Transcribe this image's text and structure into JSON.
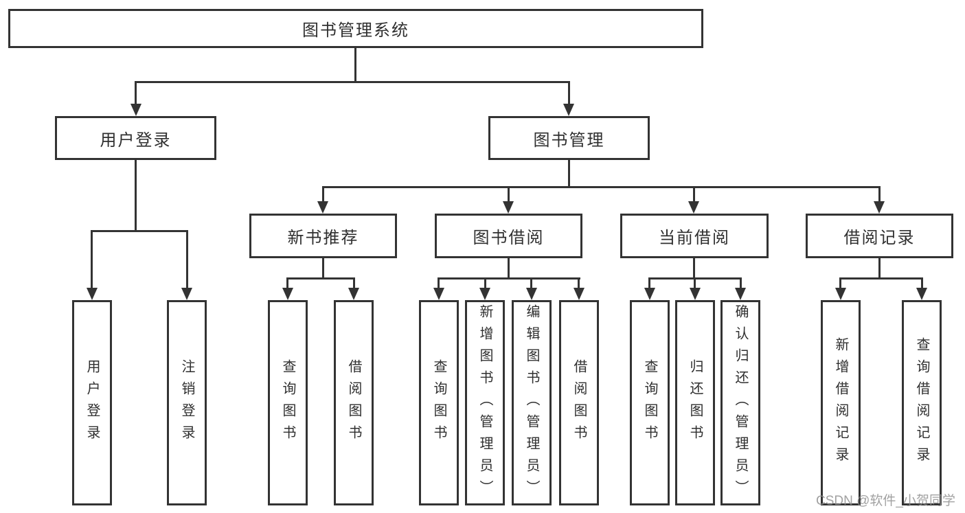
{
  "diagram": {
    "root": {
      "label": "图书管理系统"
    },
    "user_login": {
      "label": "用户登录",
      "children": [
        {
          "label": "用户登录"
        },
        {
          "label": "注销登录"
        }
      ]
    },
    "book_mgmt": {
      "label": "图书管理",
      "sections": [
        {
          "label": "新书推荐",
          "children": [
            {
              "label": "查询图书"
            },
            {
              "label": "借阅图书"
            }
          ]
        },
        {
          "label": "图书借阅",
          "children": [
            {
              "label": "查询图书"
            },
            {
              "label": "新增图书（管理员）"
            },
            {
              "label": "编辑图书（管理员）"
            },
            {
              "label": "借阅图书"
            }
          ]
        },
        {
          "label": "当前借阅",
          "children": [
            {
              "label": "查询图书"
            },
            {
              "label": "归还图书"
            },
            {
              "label": "确认归还（管理员）"
            }
          ]
        },
        {
          "label": "借阅记录",
          "children": [
            {
              "label": "新增借阅记录"
            },
            {
              "label": "查询借阅记录"
            }
          ]
        }
      ]
    },
    "watermark": "CSDN @软件_小贺同学",
    "colors": {
      "line": "#333333",
      "text": "#2f2f2f",
      "background": "#ffffff",
      "watermark": "#919191"
    }
  }
}
